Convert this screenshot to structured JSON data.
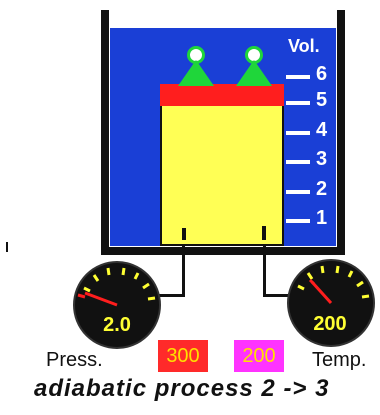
{
  "volume_scale": {
    "title": "Vol.",
    "ticks": [
      "6",
      "5",
      "4",
      "3",
      "2",
      "1"
    ]
  },
  "gauges": {
    "pressure": {
      "value": "2.0",
      "label": "Press."
    },
    "temperature": {
      "value": "200",
      "label": "Temp."
    }
  },
  "badges": {
    "red": "300",
    "magenta": "200"
  },
  "caption": "adiabatic process 2 -> 3",
  "colors": {
    "blue": "#1a3fd6",
    "gas": "#ffff55",
    "piston": "#ff1e1e",
    "weights": "#1fd63a",
    "badge_red": "#ff2a2a",
    "badge_magenta": "#ff33ff"
  },
  "icons": [
    "weight-icon",
    "pressure-gauge-icon",
    "temperature-gauge-icon"
  ]
}
